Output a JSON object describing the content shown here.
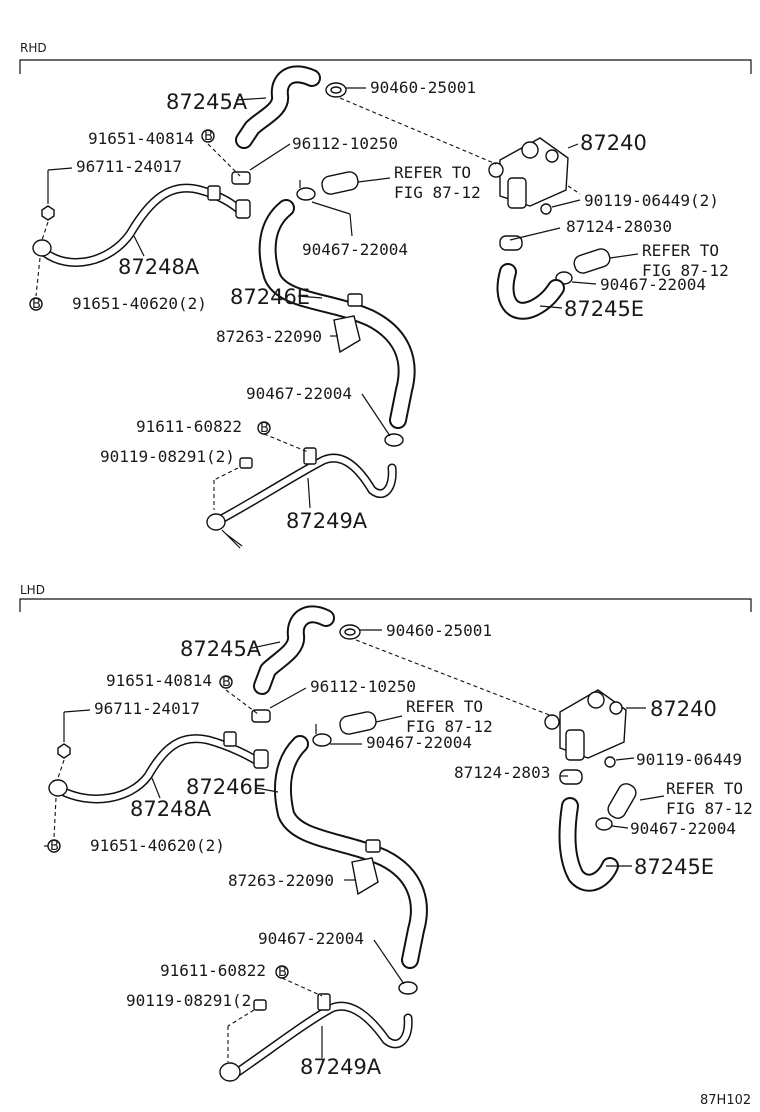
{
  "sections": {
    "rhd": "RHD",
    "lhd": "LHD"
  },
  "figure_code": "87H102",
  "rhd": {
    "p87245A": "87245A",
    "p90460": "90460-25001",
    "p91651_408": "91651-40814",
    "p96112": "96112-10250",
    "p87240": "87240",
    "p96711": "96711-24017",
    "refer1_a": "REFER TO",
    "refer1_b": "FIG 87-12",
    "p90119_064": "90119-06449(2)",
    "p87124": "87124-28030",
    "p87248A": "87248A",
    "p90467_a": "90467-22004",
    "refer2_a": "REFER TO",
    "refer2_b": "FIG 87-12",
    "p90467_b": "90467-22004",
    "p87246E": "87246E",
    "p91651_406": "91651-40620(2)",
    "p87245E": "87245E",
    "p87263": "87263-22090",
    "p90467_c": "90467-22004",
    "p91611": "91611-60822",
    "p90119_082": "90119-08291(2)",
    "p87249A": "87249A"
  },
  "lhd": {
    "p87245A": "87245A",
    "p90460": "90460-25001",
    "p91651_408": "91651-40814",
    "p96112": "96112-10250",
    "p96711": "96711-24017",
    "refer1_a": "REFER TO",
    "refer1_b": "FIG 87-12",
    "p87240": "87240",
    "p90467_a": "90467-22004",
    "p90119_064": "90119-06449",
    "p87246E": "87246E",
    "p87124": "87124-2803",
    "refer2_a": "REFER TO",
    "refer2_b": "FIG 87-12",
    "p87248A": "87248A",
    "p90467_b": "90467-22004",
    "p91651_406": "91651-40620(2)",
    "p87245E": "87245E",
    "p87263": "87263-22090",
    "p90467_c": "90467-22004",
    "p91611": "91611-60822",
    "p90119_082": "90119-08291(2",
    "p87249A": "87249A"
  }
}
